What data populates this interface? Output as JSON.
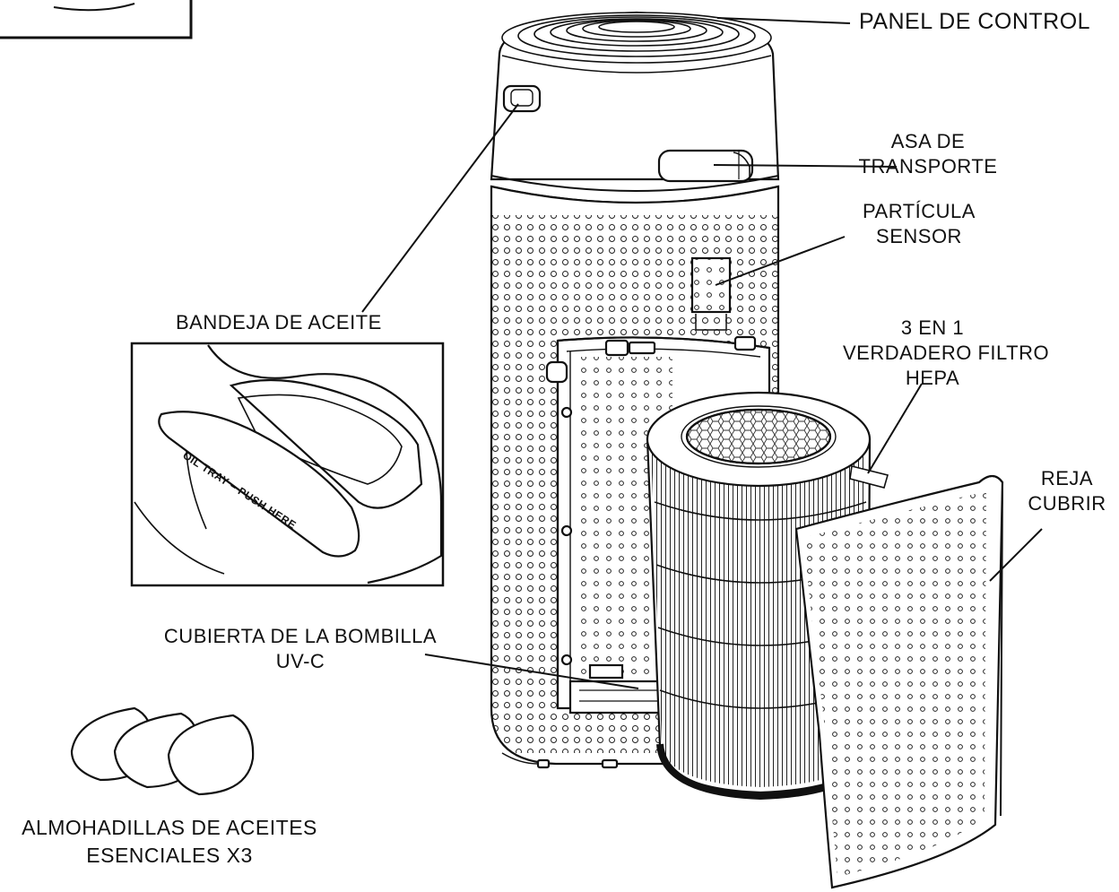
{
  "labels": {
    "control_panel": "PANEL DE CONTROL",
    "carry_handle": [
      "ASA DE",
      "TRANSPORTE"
    ],
    "particle_sensor": [
      "PARTÍCULA",
      "SENSOR"
    ],
    "filter": [
      "3 EN 1",
      "VERDADERO FILTRO",
      "HEPA"
    ],
    "cover_grille": [
      "REJA",
      "CUBRIR"
    ],
    "oil_tray": "BANDEJA DE ACEITE",
    "uvc_cover": [
      "CUBIERTA DE LA BOMBILLA",
      "UV-C"
    ],
    "oil_pads": [
      "ALMOHADILLAS DE ACEITES",
      "ESENCIALES X3"
    ]
  },
  "tray_imprint": "OIL TRAY – PUSH HERE"
}
